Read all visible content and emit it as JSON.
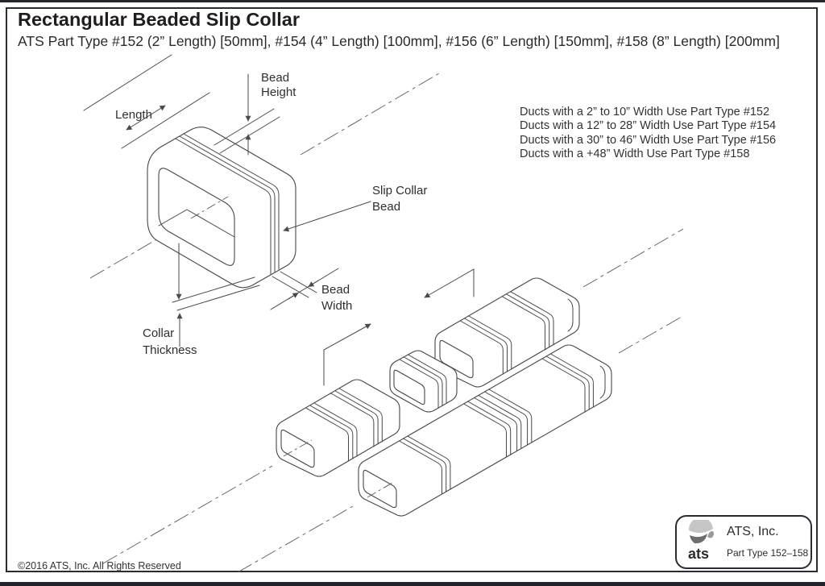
{
  "page": {
    "title": "Rectangular Beaded Slip Collar",
    "subtitle": "ATS Part Type #152 (2” Length) [50mm], #154 (4” Length) [100mm], #156 (6” Length) [150mm], #158 (8” Length) [200mm]",
    "copyright": "©2016 ATS, Inc. All Rights Reserved"
  },
  "notes": [
    "Ducts with a 2” to 10” Width Use Part Type #152",
    "Ducts with a 12” to 28” Width Use Part Type #154",
    "Ducts with a 30” to 46” Width Use Part Type #156",
    "Ducts with a +48” Width Use Part Type #158"
  ],
  "labels": {
    "length": "Length",
    "bead_height": [
      "Bead",
      "Height"
    ],
    "slip_collar_bead": [
      "Slip Collar",
      "Bead"
    ],
    "bead_width": [
      "Bead",
      "Width"
    ],
    "collar_thickness": [
      "Collar",
      "Thickness"
    ]
  },
  "title_block": {
    "company": "ATS, Inc.",
    "part_type": "Part Type 152–158",
    "logo_text": "ats"
  },
  "colors": {
    "line": "#474747",
    "text": "#2e2e2e",
    "frame": "#2a2c33",
    "logo_light": "#c6c6c6",
    "logo_dark": "#6e6e6e",
    "logo_mid": "#9a9a9a"
  }
}
